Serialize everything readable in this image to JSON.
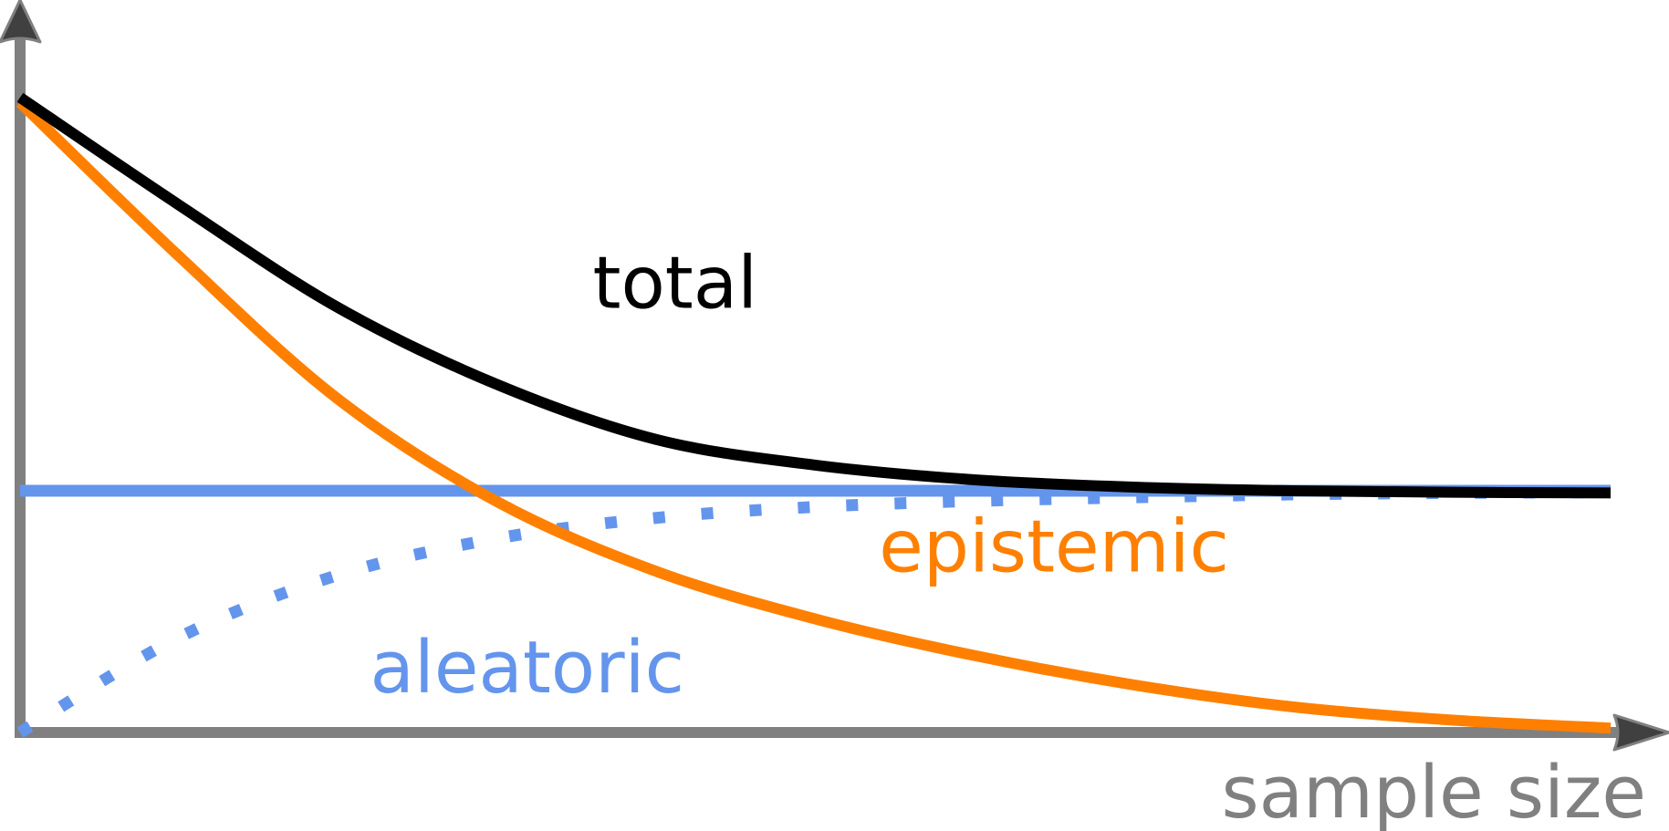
{
  "chart_data": {
    "type": "line",
    "title": "",
    "xlabel": "sample size",
    "ylabel": "",
    "grid": false,
    "x_ticks": [],
    "y_ticks": [],
    "series": [
      {
        "name": "total",
        "color": "#000000",
        "style": "solid",
        "points": [
          [
            0,
            0.867
          ],
          [
            0.1,
            0.72
          ],
          [
            0.2,
            0.58
          ],
          [
            0.3,
            0.475
          ],
          [
            0.4,
            0.4
          ],
          [
            0.5,
            0.365
          ],
          [
            0.6,
            0.345
          ],
          [
            0.7,
            0.335
          ],
          [
            0.8,
            0.33
          ],
          [
            0.9,
            0.328
          ],
          [
            1.0,
            0.327
          ]
        ]
      },
      {
        "name": "epistemic",
        "color": "#FF8000",
        "style": "solid",
        "points": [
          [
            0,
            0.86
          ],
          [
            0.1,
            0.65
          ],
          [
            0.2,
            0.455
          ],
          [
            0.3,
            0.315
          ],
          [
            0.4,
            0.22
          ],
          [
            0.5,
            0.155
          ],
          [
            0.6,
            0.105
          ],
          [
            0.7,
            0.065
          ],
          [
            0.8,
            0.035
          ],
          [
            0.9,
            0.017
          ],
          [
            1.0,
            0.006
          ]
        ]
      },
      {
        "name": "aleatoric",
        "color": "#6495ED",
        "style": "dotted",
        "points": [
          [
            0,
            0.0
          ],
          [
            0.1,
            0.13
          ],
          [
            0.2,
            0.215
          ],
          [
            0.3,
            0.265
          ],
          [
            0.4,
            0.293
          ],
          [
            0.5,
            0.308
          ],
          [
            0.6,
            0.316
          ],
          [
            0.7,
            0.321
          ],
          [
            0.8,
            0.325
          ],
          [
            0.9,
            0.327
          ],
          [
            1.0,
            0.328
          ]
        ]
      },
      {
        "name": "",
        "color": "#6495ED",
        "style": "solid",
        "points": [
          [
            0,
            0.33
          ],
          [
            1.0,
            0.33
          ]
        ]
      }
    ],
    "annotations": [
      {
        "series": "total",
        "text": "total",
        "at": [
          0.36,
          0.58
        ]
      },
      {
        "series": "epistemic",
        "text": "epistemic",
        "at": [
          0.54,
          0.22
        ]
      },
      {
        "series": "aleatoric",
        "text": "aleatoric",
        "at": [
          0.22,
          0.055
        ]
      }
    ]
  },
  "colors": {
    "axis": "#808080",
    "arrowhead": "#404040",
    "total": "#000000",
    "epistemic": "#FF8000",
    "aleatoric": "#6495ED"
  }
}
